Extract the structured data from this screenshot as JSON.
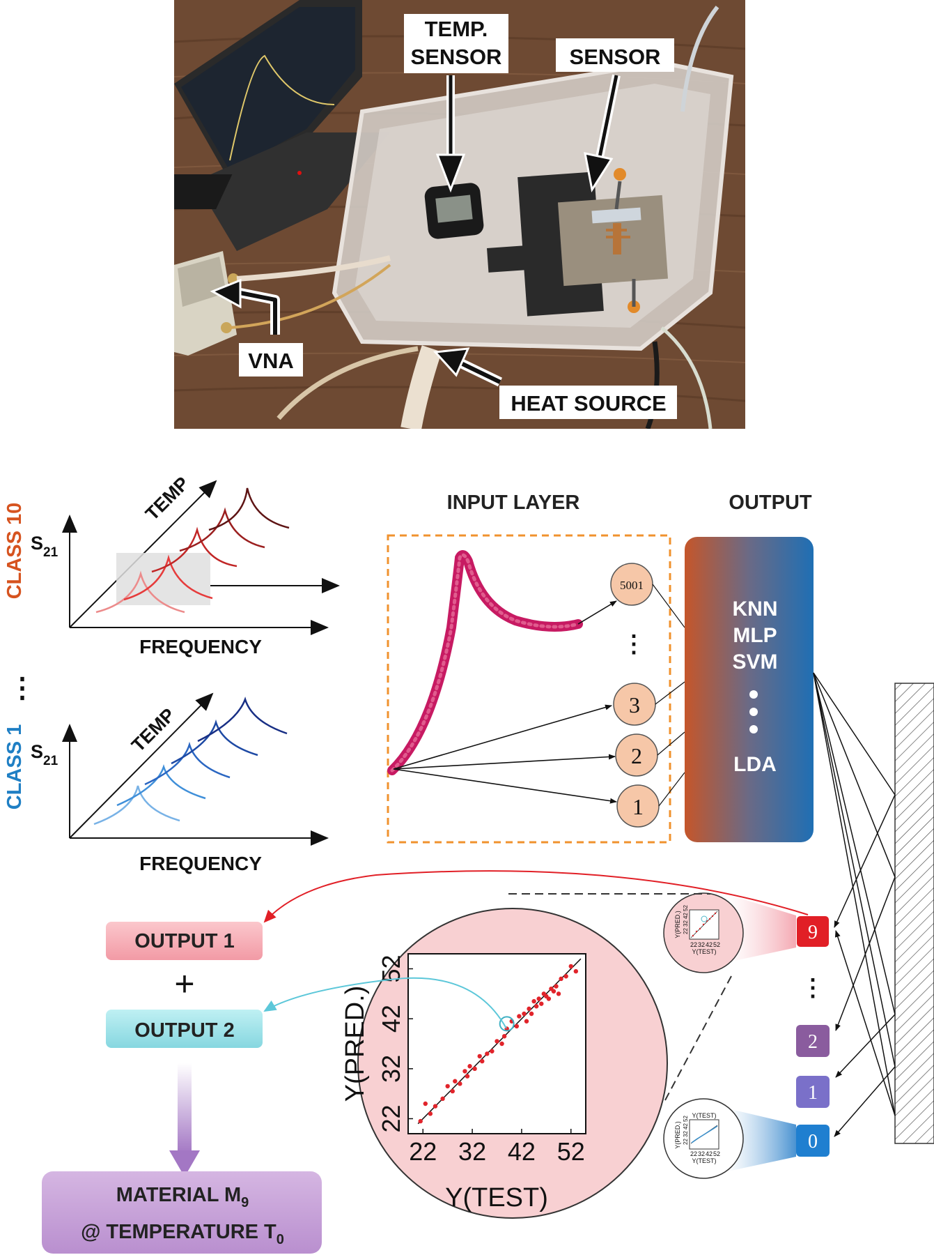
{
  "photo": {
    "labels": {
      "temp_sensor_1": "TEMP.",
      "temp_sensor_2": "SENSOR",
      "sensor": "SENSOR",
      "vna": "VNA",
      "heat_source": "HEAT SOURCE"
    }
  },
  "class_panels": {
    "top": {
      "class_label": "CLASS 10",
      "temp_label": "TEMP",
      "y_label": "S",
      "y_sub": "21",
      "x_label": "FREQUENCY"
    },
    "bottom": {
      "class_label": "CLASS 1",
      "temp_label": "TEMP",
      "y_label": "S",
      "y_sub": "21",
      "x_label": "FREQUENCY"
    },
    "ellipsis": "⋮"
  },
  "network": {
    "input_layer_title": "INPUT LAYER",
    "output_title": "OUTPUT",
    "input_nodes": [
      "5001",
      "⋮",
      "3",
      "2",
      "1"
    ],
    "models": [
      "KNN",
      "MLP",
      "SVM",
      "LDA"
    ],
    "class_nodes": [
      "9",
      "⋮",
      "2",
      "1",
      "0"
    ]
  },
  "outputs": {
    "output1": "OUTPUT 1",
    "plus": "+",
    "output2": "OUTPUT 2",
    "material_line1_prefix": "MATERIAL M",
    "material_sub": "9",
    "material_line2_prefix": "@ TEMPERATURE T",
    "temperature_sub": "0"
  },
  "chart_data": {
    "type": "scatter",
    "xlabel": "Y(TEST)",
    "ylabel": "Y(PRED.)",
    "xlim": [
      19,
      55
    ],
    "ylim": [
      19,
      55
    ],
    "xticks": [
      22,
      32,
      42,
      52
    ],
    "yticks": [
      22,
      32,
      42,
      52
    ],
    "x": [
      21.5,
      22.5,
      23.5,
      24.5,
      26,
      27,
      28,
      28.5,
      29.5,
      30.5,
      31,
      31.5,
      32.5,
      33.5,
      34,
      35,
      36,
      37,
      38,
      38.5,
      39,
      40,
      41,
      41.5,
      42.5,
      43,
      43.5,
      44,
      44.5,
      45,
      45.5,
      46,
      46.5,
      47,
      47.5,
      48,
      48.5,
      49,
      49.5,
      50,
      51,
      52,
      53
    ],
    "y": [
      21.5,
      25,
      23,
      24.5,
      26,
      28.5,
      27.5,
      29.5,
      29,
      31.5,
      30.5,
      32.5,
      32,
      34.5,
      33.5,
      35,
      35.5,
      37.5,
      37,
      38.5,
      40,
      41.5,
      40.5,
      42.5,
      43,
      41.5,
      44,
      43,
      45.5,
      44.5,
      46,
      45,
      47,
      46.5,
      46,
      48,
      47.5,
      48.5,
      47,
      50,
      50.5,
      52.5,
      51.5
    ],
    "fit_line": [
      [
        21,
        21
      ],
      [
        54,
        54
      ]
    ],
    "highlight": [
      39,
      41
    ],
    "mini_charts": [
      {
        "series_color": "#d42a2a",
        "xlabel": "Y(TEST)",
        "ylabel": "Y(PRED.)",
        "ticks": [
          22,
          32,
          42,
          52
        ]
      },
      {
        "series_color": "#3a8ec9",
        "title": "Y(TEST)",
        "xlabel": "Y(TEST)",
        "ylabel": "Y(PRED.)",
        "ticks": [
          22,
          32,
          42,
          52
        ]
      }
    ]
  },
  "colors": {
    "class10_label": "#d6531f",
    "class1_label": "#1f7fc4",
    "input_box_border": "#f0922e",
    "node_fill": "#f6c7a8",
    "waveform": "#c71a62",
    "output_gradient_left": "#c5562a",
    "output_gradient_right": "#1f6fb4",
    "output1_fill": "#f9b8bf",
    "output2_fill": "#a7e3e9",
    "material_fill": "#c6a4d6",
    "chart_circle": "#f8d0d2",
    "node9": "#e11f26",
    "node2": "#8a5c9e",
    "node1": "#7a70c9",
    "node0": "#1f7fd0"
  }
}
